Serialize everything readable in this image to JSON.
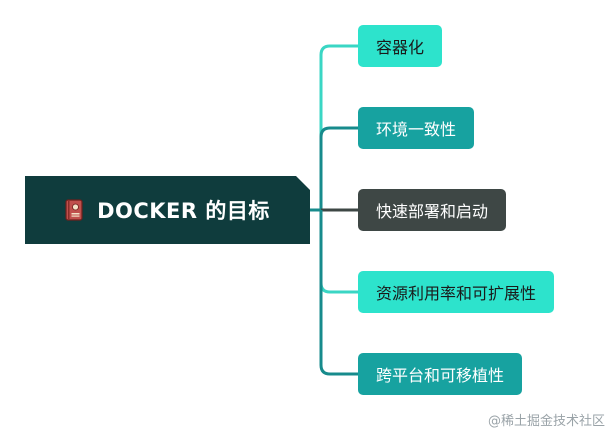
{
  "root": {
    "label": "DOCKER 的目标"
  },
  "branches": [
    {
      "label": "容器化",
      "style": "light"
    },
    {
      "label": "环境一致性",
      "style": "mid"
    },
    {
      "label": "快速部署和启动",
      "style": "dark"
    },
    {
      "label": "资源利用率和可扩展性",
      "style": "light"
    },
    {
      "label": "跨平台和可移植性",
      "style": "mid"
    }
  ],
  "colors": {
    "root_bg": "#0f3c3d",
    "light_node": "#2de3cc",
    "mid_node": "#17a2a0",
    "dark_node": "#3e4745",
    "connector_light": "#3ad6c4",
    "connector_dark": "#178b8c"
  },
  "icons": {
    "root_icon": "book-icon"
  },
  "watermark": "@稀土掘金技术社区"
}
